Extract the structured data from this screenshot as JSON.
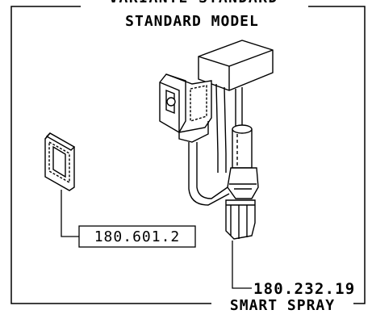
{
  "header": {
    "variant_text": "VARIANTE STANDARD",
    "model_text": "STANDARD MODEL"
  },
  "parts": {
    "small_part_label": "180.601.2",
    "main_part_label": "180.232.19"
  },
  "footer": {
    "product_name": "SMART SPRAY"
  },
  "colors": {
    "line": "#000000",
    "background": "#ffffff"
  }
}
